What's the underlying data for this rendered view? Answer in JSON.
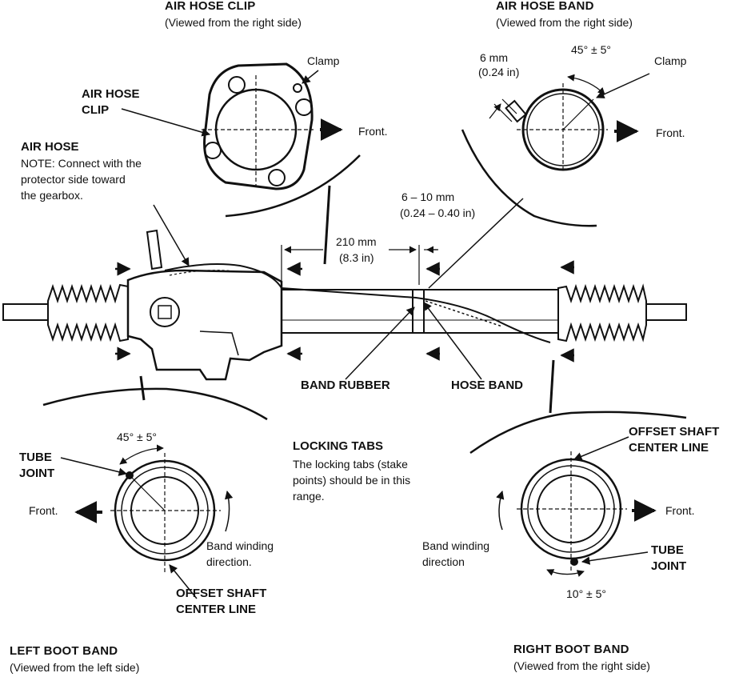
{
  "colors": {
    "ink": "#111111",
    "paper": "#ffffff"
  },
  "air_hose_clip": {
    "title": "AIR HOSE CLIP",
    "subtitle": "(Viewed from the right side)",
    "clamp": "Clamp",
    "clip_label_1": "AIR HOSE",
    "clip_label_2": "CLIP",
    "front": "Front."
  },
  "air_hose_band": {
    "title": "AIR HOSE BAND",
    "subtitle": "(Viewed from the right side)",
    "dim_1": "6 mm",
    "dim_2": "(0.24 in)",
    "angle": "45° ± 5°",
    "clamp": "Clamp",
    "front": "Front."
  },
  "air_hose_note": {
    "line_1": "AIR HOSE",
    "line_2": "NOTE: Connect with the",
    "line_3": "protector side toward",
    "line_4": "the gearbox."
  },
  "rack": {
    "dim_gap_1": "6 – 10 mm",
    "dim_gap_2": "(0.24 – 0.40 in)",
    "dim_len_1": "210 mm",
    "dim_len_2": "(8.3 in)",
    "band_rubber": "BAND RUBBER",
    "hose_band": "HOSE BAND"
  },
  "locking_tabs": {
    "title": "LOCKING TABS",
    "line_1": "The locking tabs (stake",
    "line_2": "points) should be in this",
    "line_3": "range."
  },
  "left_boot": {
    "angle": "45° ± 5°",
    "tube_1": "TUBE",
    "tube_2": "JOINT",
    "front": "Front.",
    "winding_1": "Band winding",
    "winding_2": "direction.",
    "offset_1": "OFFSET SHAFT",
    "offset_2": "CENTER LINE",
    "title": "LEFT BOOT BAND",
    "subtitle": "(Viewed from the left side)"
  },
  "right_boot": {
    "offset_1": "OFFSET SHAFT",
    "offset_2": "CENTER LINE",
    "front": "Front.",
    "winding_1": "Band winding",
    "winding_2": "direction",
    "tube_1": "TUBE",
    "tube_2": "JOINT",
    "angle": "10° ± 5°",
    "title": "RIGHT BOOT BAND",
    "subtitle": "(Viewed from the right side)"
  }
}
